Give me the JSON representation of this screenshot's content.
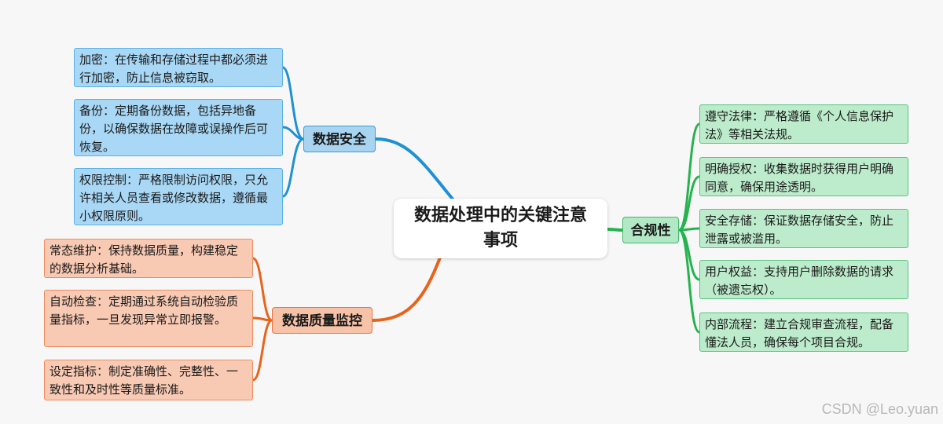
{
  "center": {
    "title": "数据处理中的关键注意事项"
  },
  "branches": {
    "security": {
      "label": "数据安全",
      "color": "#1e90d6",
      "items": [
        "加密：在传输和存储过程中都必须进行加密，防止信息被窃取。",
        "备份：定期备份数据，包括异地备份，以确保数据在故障或误操作后可恢复。",
        "权限控制：严格限制访问权限，只允许相关人员查看或修改数据，遵循最小权限原则。"
      ]
    },
    "quality": {
      "label": "数据质量监控",
      "color": "#e8631c",
      "items": [
        "常态维护：保持数据质量，构建稳定的数据分析基础。",
        "自动检查：定期通过系统自动检验质量指标，一旦发现异常立即报警。",
        "设定指标：制定准确性、完整性、一致性和及时性等质量标准。"
      ]
    },
    "compliance": {
      "label": "合规性",
      "color": "#26b34f",
      "items": [
        "遵守法律：严格遵循《个人信息保护法》等相关法规。",
        "明确授权：收集数据时获得用户明确同意，确保用途透明。",
        "安全存储：保证数据存储安全，防止泄露或被滥用。",
        "用户权益：支持用户删除数据的请求（被遗忘权）。",
        "内部流程：建立合规审查流程，配备懂法人员，确保每个项目合规。"
      ]
    }
  },
  "watermark": "CSDN @Leo.yuan"
}
